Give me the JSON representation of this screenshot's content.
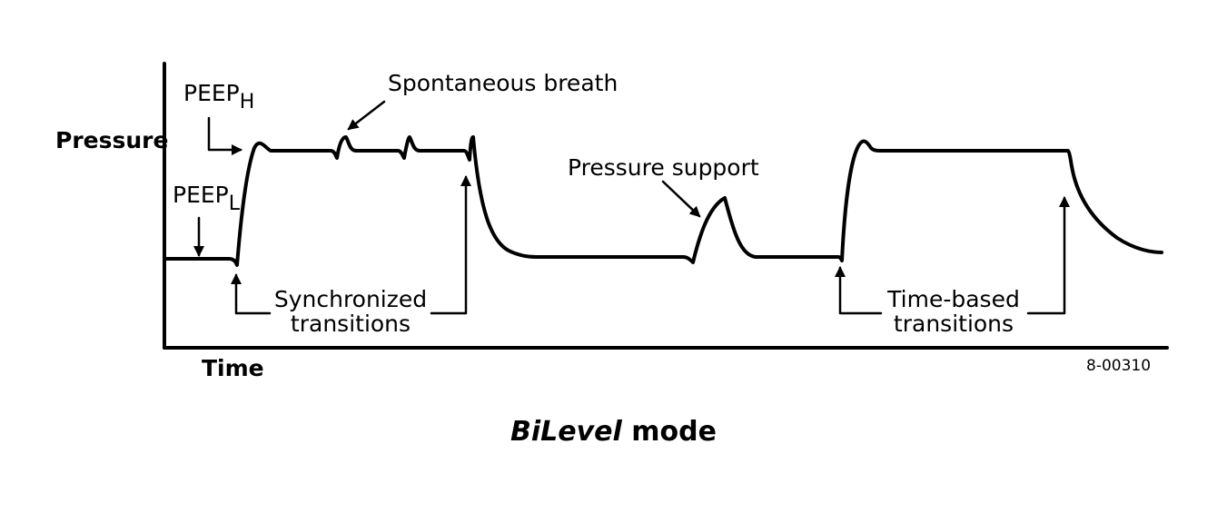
{
  "diagram": {
    "y_axis_label": "Pressure",
    "x_axis_label": "Time",
    "peep_high": {
      "base": "PEEP",
      "sub": "H"
    },
    "peep_low": {
      "base": "PEEP",
      "sub": "L"
    },
    "spontaneous_label": "Spontaneous breath",
    "pressure_support_label": "Pressure support",
    "synchronized_label": [
      "Synchronized",
      "transitions"
    ],
    "time_based_label": [
      "Time-based",
      "transitions"
    ],
    "figure_code": "8-00310"
  },
  "caption": {
    "italic": "BiLevel",
    "rest": " mode"
  }
}
